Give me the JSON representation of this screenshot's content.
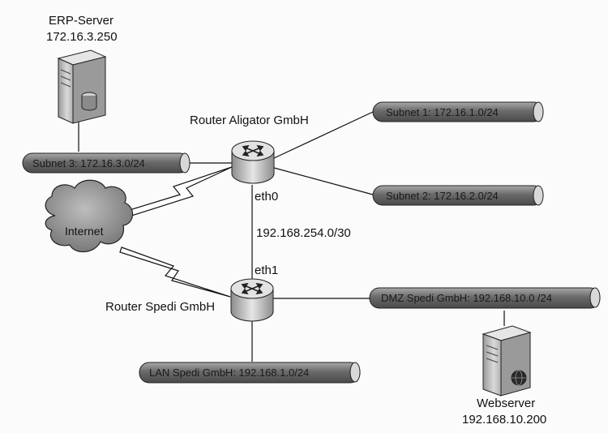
{
  "erp_server": {
    "name": "ERP-Server",
    "ip": "172.16.3.250"
  },
  "webserver": {
    "name": "Webserver",
    "ip": "192.168.10.200"
  },
  "router_aligator": {
    "label": "Router Aligator GmbH",
    "interface": "eth0"
  },
  "router_spedi": {
    "label": "Router Spedi GmbH",
    "interface": "eth1"
  },
  "transfer_net": "192.168.254.0/30",
  "internet": "Internet",
  "segments": {
    "subnet1": "Subnet 1: 172.16.1.0/24",
    "subnet2": "Subnet 2: 172.16.2.0/24",
    "subnet3": "Subnet 3: 172.16.3.0/24",
    "dmz": "DMZ Spedi GmbH: 192.168.10.0 /24",
    "lan": "LAN Spedi GmbH: 192.168.1.0/24"
  },
  "icons": {
    "router": "router-icon",
    "server": "server-icon",
    "cloud": "cloud-icon",
    "lightning": "wan-link-icon"
  },
  "colors": {
    "segment_fill": "#6e6e6e",
    "segment_end": "#d8d8d8",
    "router_body": "#bfbfbf",
    "server_body": "#c8c8c8",
    "cloud_fill": "#8a8a8a",
    "line": "#111111"
  }
}
